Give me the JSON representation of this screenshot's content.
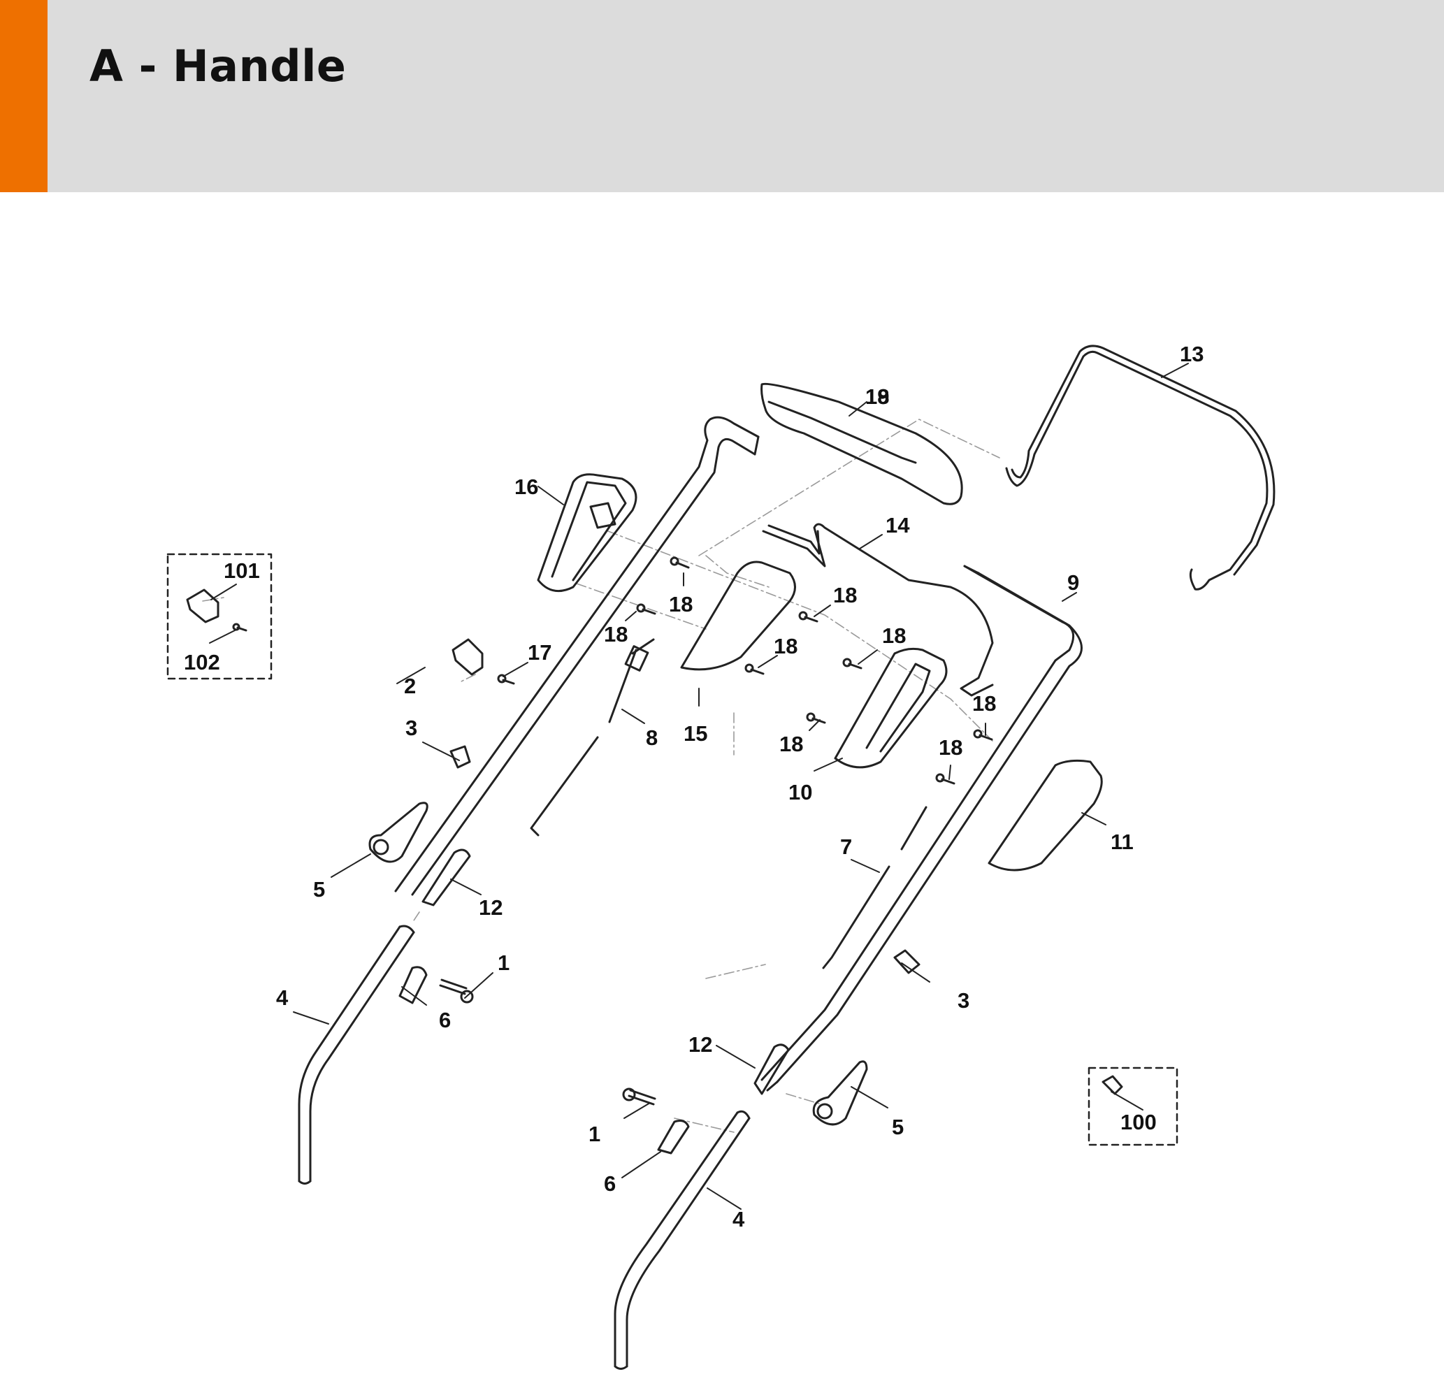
{
  "header": {
    "title": "A - Handle",
    "accent_color": "#ee7000",
    "band_color": "#dcdcdc"
  },
  "diagram": {
    "callouts": [
      {
        "id": "c1a",
        "text": "1"
      },
      {
        "id": "c1b",
        "text": "1"
      },
      {
        "id": "c2",
        "text": "2"
      },
      {
        "id": "c3a",
        "text": "3"
      },
      {
        "id": "c3b",
        "text": "3"
      },
      {
        "id": "c4a",
        "text": "4"
      },
      {
        "id": "c4b",
        "text": "4"
      },
      {
        "id": "c5a",
        "text": "5"
      },
      {
        "id": "c5b",
        "text": "5"
      },
      {
        "id": "c6a",
        "text": "6"
      },
      {
        "id": "c6b",
        "text": "6"
      },
      {
        "id": "c7",
        "text": "7"
      },
      {
        "id": "c8",
        "text": "8"
      },
      {
        "id": "c9",
        "text": "9"
      },
      {
        "id": "c10",
        "text": "10"
      },
      {
        "id": "c11",
        "text": "11"
      },
      {
        "id": "c12a",
        "text": "12"
      },
      {
        "id": "c12b",
        "text": "12"
      },
      {
        "id": "c13",
        "text": "13"
      },
      {
        "id": "c14",
        "text": "14"
      },
      {
        "id": "c15",
        "text": "15"
      },
      {
        "id": "c16",
        "text": "16"
      },
      {
        "id": "c17",
        "text": "17"
      },
      {
        "id": "c18a",
        "text": "18"
      },
      {
        "id": "c18b",
        "text": "18"
      },
      {
        "id": "c18c",
        "text": "18"
      },
      {
        "id": "c18d",
        "text": "18"
      },
      {
        "id": "c18e",
        "text": "18"
      },
      {
        "id": "c18f",
        "text": "18"
      },
      {
        "id": "c18g",
        "text": "18"
      },
      {
        "id": "c18h",
        "text": "18"
      },
      {
        "id": "c18i",
        "text": "18"
      },
      {
        "id": "c19",
        "text": "19"
      },
      {
        "id": "c100",
        "text": "100"
      },
      {
        "id": "c101",
        "text": "101"
      },
      {
        "id": "c102",
        "text": "102"
      }
    ]
  }
}
